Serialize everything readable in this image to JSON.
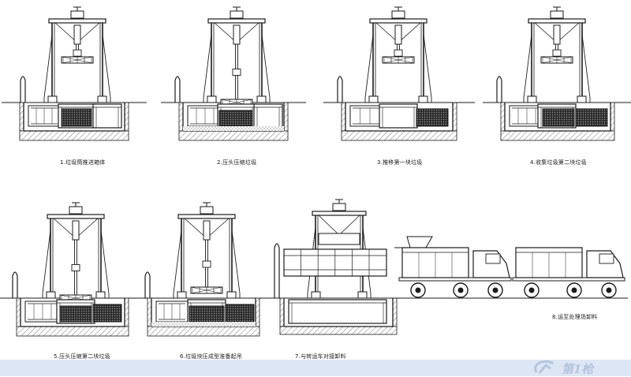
{
  "diagram": {
    "steps": [
      {
        "id": "s1",
        "caption": "1.垃圾筒推进箱体"
      },
      {
        "id": "s2",
        "caption": "2.压头压缩垃圾"
      },
      {
        "id": "s3",
        "caption": "3.推移第一块垃圾"
      },
      {
        "id": "s4",
        "caption": "4.收集垃圾第二块垃圾"
      },
      {
        "id": "s5",
        "caption": "5.压头压缩第二块垃圾"
      },
      {
        "id": "s6",
        "caption": "6.垃圾块压成型准备起吊"
      },
      {
        "id": "s7",
        "caption": "7.与转运车对接卸料"
      },
      {
        "id": "s8",
        "caption": "8.运至处理场卸料"
      }
    ]
  },
  "watermark": {
    "text": "第1枪",
    "icon": "brand-logo-icon"
  },
  "colors": {
    "line": "#1a1a1a",
    "hatch": "#555555",
    "garbage": "#2b2b2b",
    "footer": "#dde6f4",
    "watermark": "#b4c4dd"
  }
}
